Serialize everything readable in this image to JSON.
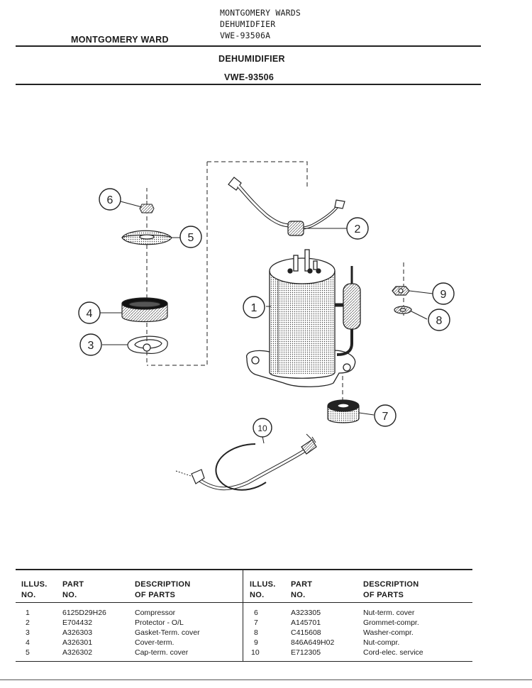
{
  "typed_header": {
    "line1": "MONTGOMERY WARDS",
    "line2": "DEHUMIDFIER",
    "line3": "VWE-93506A"
  },
  "brand": "MONTGOMERY WARD",
  "title": "DEHUMIDIFIER",
  "model": "VWE-93506",
  "callouts": [
    "1",
    "2",
    "3",
    "4",
    "5",
    "6",
    "7",
    "8",
    "9",
    "10"
  ],
  "table": {
    "headers": {
      "illus_1": "ILLUS.",
      "illus_2": "NO.",
      "part_1": "PART",
      "part_2": "NO.",
      "desc_1": "DESCRIPTION",
      "desc_2": "OF PARTS"
    },
    "left_rows": [
      {
        "illus": "1",
        "part": "6125D29H26",
        "desc": "Compressor"
      },
      {
        "illus": "2",
        "part": "E704432",
        "desc": "Protector - O/L"
      },
      {
        "illus": "3",
        "part": "A326303",
        "desc": "Gasket-Term. cover"
      },
      {
        "illus": "4",
        "part": "A326301",
        "desc": "Cover-term."
      },
      {
        "illus": "5",
        "part": "A326302",
        "desc": "Cap-term. cover"
      }
    ],
    "right_rows": [
      {
        "illus": "6",
        "part": "A323305",
        "desc": "Nut-term. cover"
      },
      {
        "illus": "7",
        "part": "A145701",
        "desc": "Grommet-compr."
      },
      {
        "illus": "8",
        "part": "C415608",
        "desc": "Washer-compr."
      },
      {
        "illus": "9",
        "part": "846A649H02",
        "desc": "Nut-compr."
      },
      {
        "illus": "10",
        "part": "E712305",
        "desc": "Cord-elec. service"
      }
    ]
  }
}
